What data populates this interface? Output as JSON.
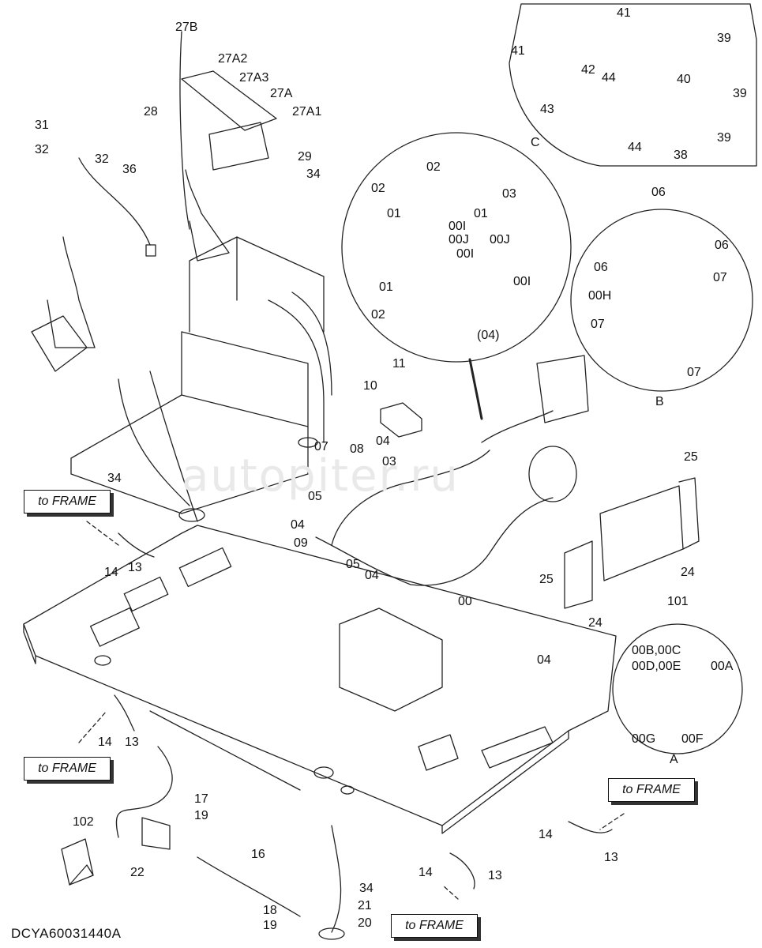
{
  "drawing_code": "DCYA60031440A",
  "watermark": "autopiter.ru",
  "callouts": [
    "to FRAME",
    "to FRAME",
    "to FRAME",
    "to FRAME"
  ],
  "detail_letters": [
    "A",
    "B",
    "C"
  ],
  "labels": [
    "27B",
    "27A2",
    "27A3",
    "27A",
    "27A1",
    "28",
    "29",
    "34",
    "31",
    "32",
    "32",
    "36",
    "02",
    "02",
    "03",
    "01",
    "01",
    "00I",
    "00J",
    "00J",
    "00I",
    "00I",
    "01",
    "02",
    "(04)",
    "41",
    "41",
    "42",
    "44",
    "40",
    "39",
    "39",
    "39",
    "43",
    "44",
    "38",
    "06",
    "06",
    "06",
    "07",
    "00H",
    "07",
    "07",
    "10",
    "11",
    "04",
    "07",
    "08",
    "03",
    "05",
    "04",
    "09",
    "05",
    "04",
    "00",
    "25",
    "24",
    "25",
    "24",
    "34",
    "14",
    "13",
    "101",
    "00B,00C",
    "00D,00E",
    "00A",
    "00G",
    "00F",
    "04",
    "14",
    "13",
    "17",
    "19",
    "102",
    "22",
    "16",
    "14",
    "13",
    "14",
    "13",
    "34",
    "21",
    "18",
    "19",
    "20"
  ]
}
